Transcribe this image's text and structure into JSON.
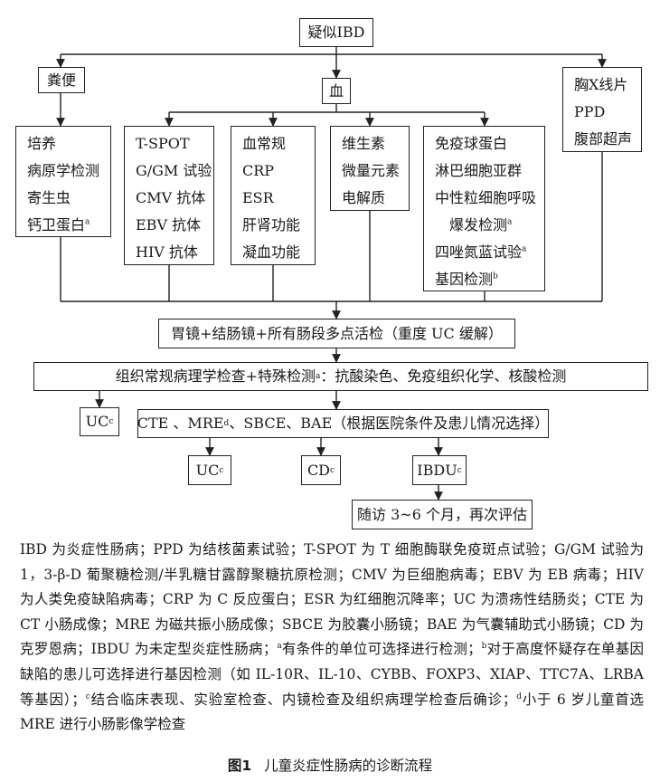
{
  "diagram": {
    "root": "疑似IBD",
    "stool": "粪便",
    "blood": "血",
    "chest": [
      "胸X线片",
      "PPD",
      "腹部超声"
    ],
    "stool_tests": [
      "培养",
      "病原学检测",
      "寄生虫",
      "钙卫蛋白"
    ],
    "infect_tests": [
      "T-SPOT",
      "G/GM 试验",
      "CMV 抗体",
      "EBV 抗体",
      "HIV 抗体"
    ],
    "blood_routine": [
      "血常规",
      "CRP",
      "ESR",
      "肝肾功能",
      "凝血功能"
    ],
    "vitamin": [
      "维生素",
      "微量元素",
      "电解质"
    ],
    "immune": [
      "免疫球蛋白",
      "淋巴细胞亚群",
      "中性粒细胞呼吸",
      "爆发检测",
      "四唑氮蓝试验",
      "基因检测"
    ],
    "endoscopy": "胃镜+结肠镜+所有肠段多点活检（重度 UC 缓解）",
    "pathology": "组织常规病理学检查+特殊检测",
    "pathology_tail": "：抗酸染色、免疫组织化学、核酸检测",
    "uc1": "UC",
    "imaging_a": "CTE 、MRE",
    "imaging_b": "、SBCE、BAE（根据医院条件及患儿情况选择）",
    "uc2": "UC",
    "cd": "CD",
    "ibdu": "IBDU",
    "followup": "随访 3~6 个月，再次评估",
    "marks": {
      "a": "a",
      "b": "b",
      "c": "c",
      "d": "d"
    }
  },
  "notes": {
    "n1": "IBD 为炎症性肠病；PPD 为结核菌素试验；T-SPOT 为 T 细胞酶联免疫斑点试验；G/GM 试验为 1，3-β-D 葡聚糖检测/半乳糖甘露醇聚糖抗原检测；CMV 为巨细胞病毒；EBV 为 EB 病毒；HIV 为人类免疫缺陷病毒；CRP 为 C 反应蛋白；ESR 为红细胞沉降率；UC 为溃疡性结肠炎；CTE 为 CT 小肠成像；MRE 为磁共振小肠成像；SBCE 为胶囊小肠镜；BAE 为气囊辅助式小肠镜；CD 为克罗恩病；IBDU 为未定型炎症性肠病；",
    "n2": "有条件的单位可选择进行检测；",
    "n3": "对于高度怀疑存在单基因缺陷的患儿可选择进行基因检测（如 IL-10R、IL-10、CYBB、FOXP3、XIAP、TTC7A、LRBA 等基因）；",
    "n4": "结合临床表现、实验室检查、内镜检查及组织病理学检查后确诊；",
    "n5": "小于 6 岁儿童首选 MRE 进行小肠影像学检查"
  },
  "caption": {
    "label": "图1",
    "title": "儿童炎症性肠病的诊断流程"
  }
}
